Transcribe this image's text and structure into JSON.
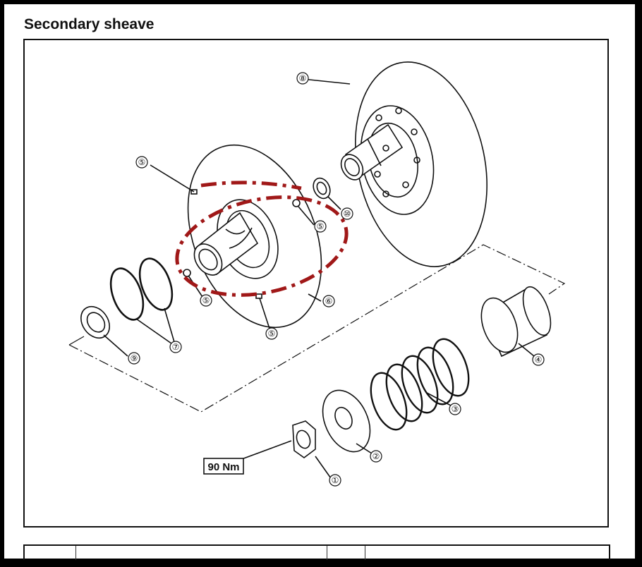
{
  "title": "Secondary sheave",
  "torque_label": "90 Nm",
  "callouts": {
    "c1": "①",
    "c2": "②",
    "c3": "③",
    "c4": "④",
    "c5a": "⑤",
    "c5b": "⑤",
    "c5c": "⑤",
    "c5d": "⑤",
    "c6": "⑥",
    "c7": "⑦",
    "c8": "⑧",
    "c9": "⑨",
    "c10": "⑩"
  },
  "highlight_color": "#a01818"
}
